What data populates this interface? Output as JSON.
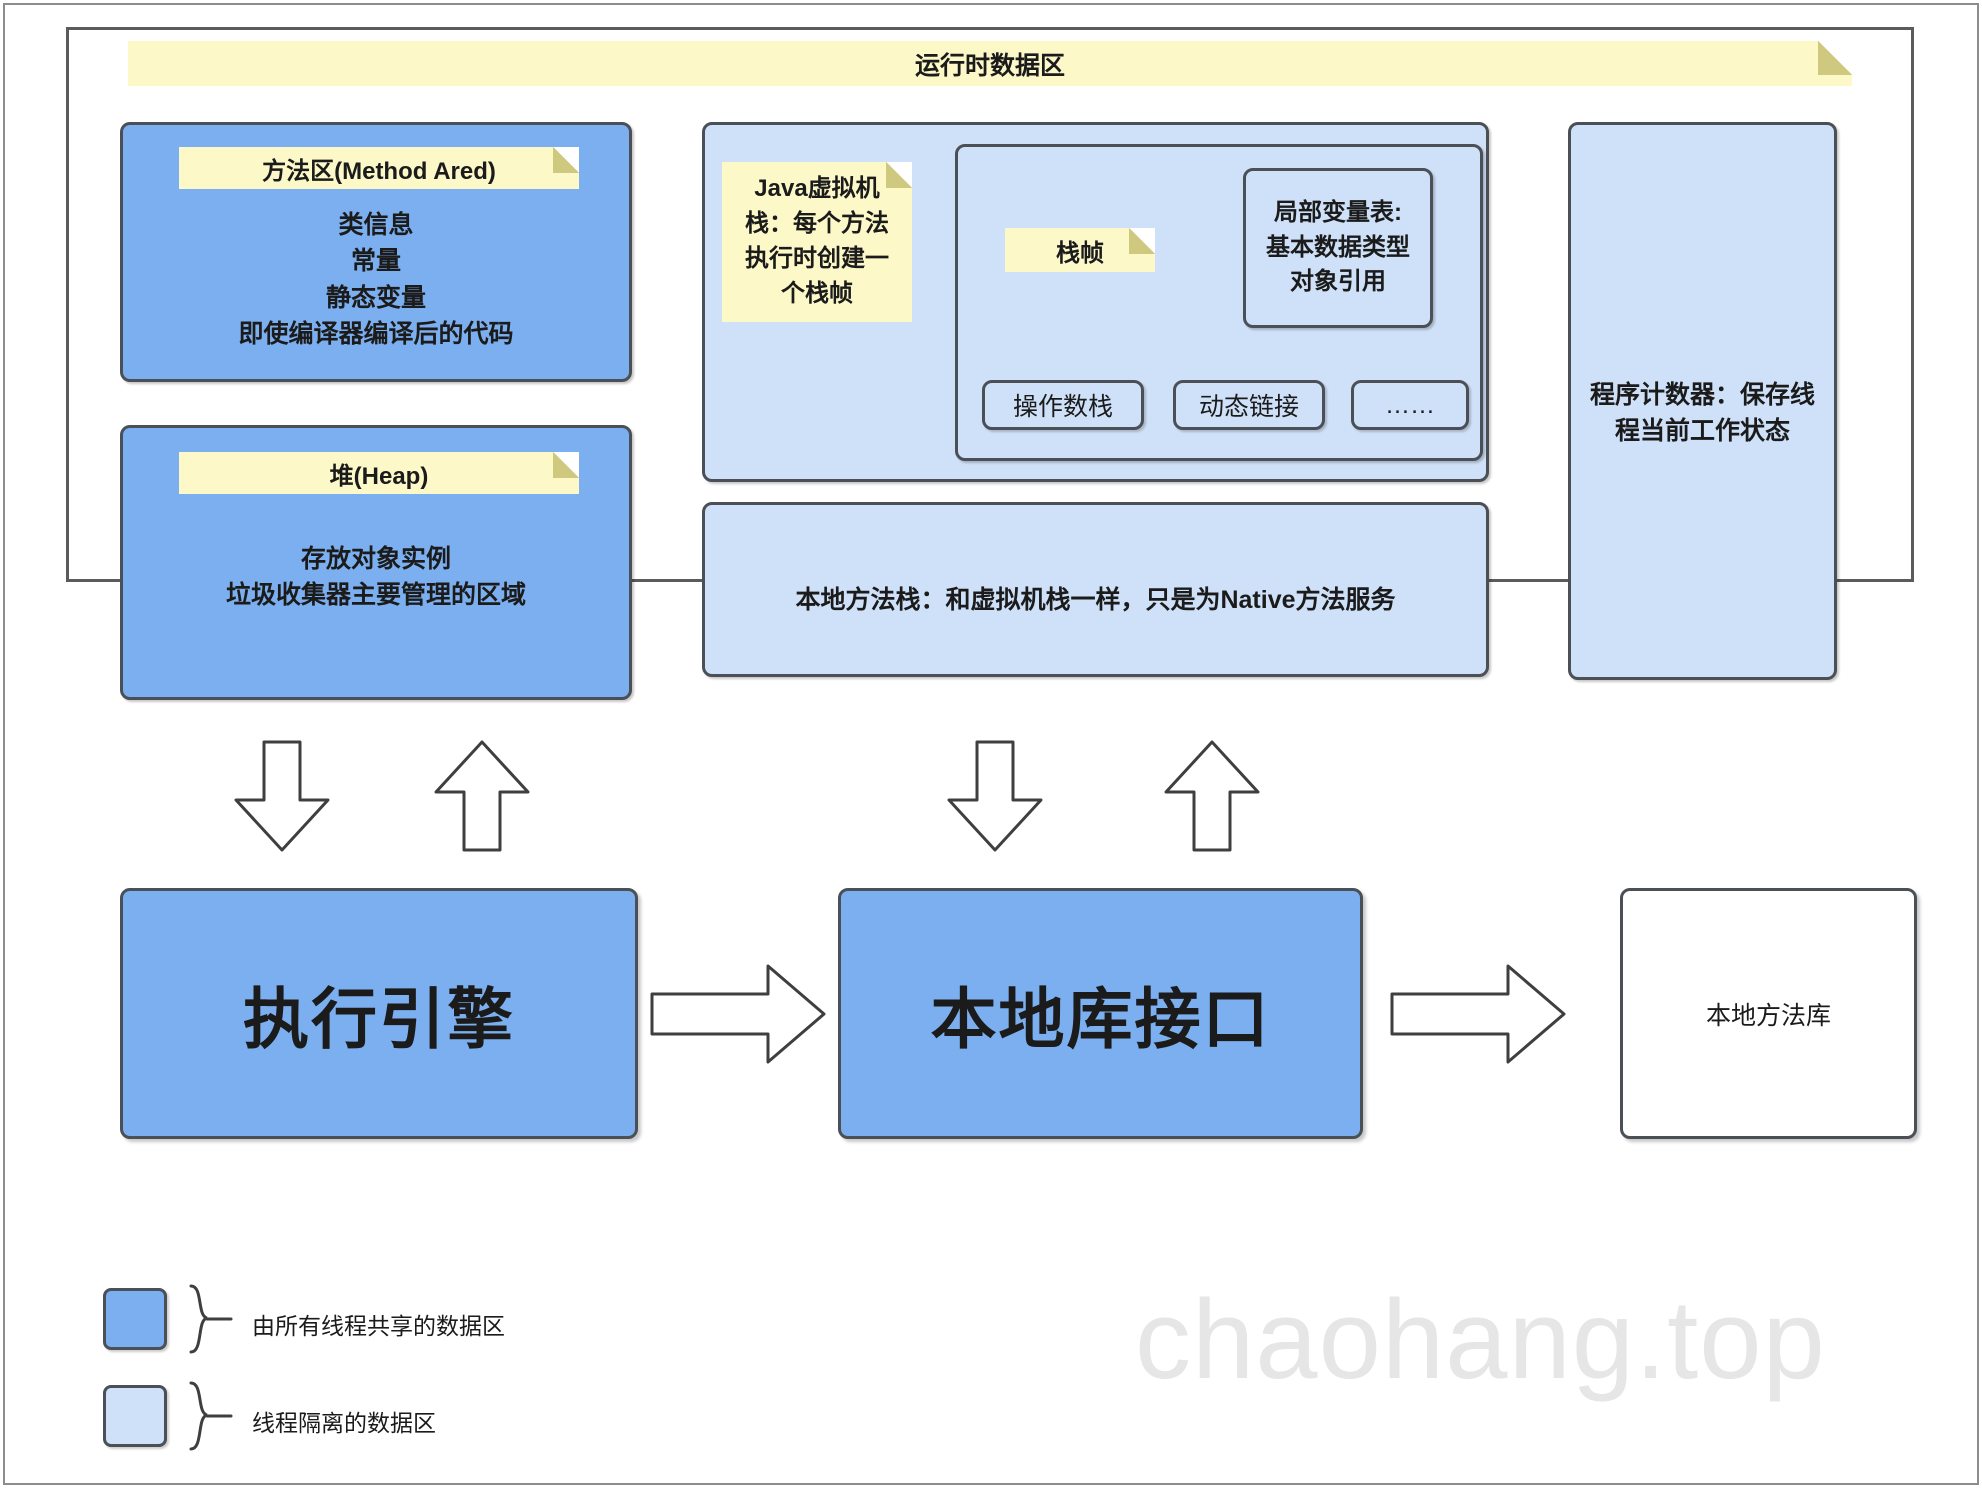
{
  "diagram": {
    "title_banner": "运行时数据区",
    "watermark": "chaohang.top"
  },
  "shared_regions": {
    "method_area": {
      "title": "方法区(Method Ared)",
      "body": "类信息\n常量\n静态变量\n即使编译器编译后的代码"
    },
    "heap": {
      "title": "堆(Heap)",
      "body": "存放对象实例\n垃圾收集器主要管理的区域"
    }
  },
  "thread_regions": {
    "jvm_stack_note": "Java虚拟机\n栈：每个方法\n执行时创建一\n个栈帧",
    "stack_frame": {
      "title": "栈帧",
      "local_var_table": "局部变量表:\n基本数据类型\n对象引用",
      "items": [
        "操作数栈",
        "动态链接",
        "……"
      ]
    },
    "native_method_stack": "本地方法栈：和虚拟机栈一样，只是为Native方法服务",
    "program_counter": "程序计数器：保存线\n程当前工作状态"
  },
  "bottom_row": {
    "execution_engine": "执行引擎",
    "native_interface": "本地库接口",
    "native_library": "本地方法库"
  },
  "legend": {
    "items": [
      {
        "label": "由所有线程共享的数据区",
        "color": "#7cafef"
      },
      {
        "label": "线程隔离的数据区",
        "color": "#cfe1f8"
      }
    ]
  },
  "colors": {
    "shared_blue": "#7cafef",
    "thread_light_blue": "#cfe1f8",
    "note_yellow": "#fcf8c8",
    "border_gray": "#4b4f56",
    "frame_gray": "#8d8d8d",
    "watermark_gray": "#e6e6e6"
  }
}
